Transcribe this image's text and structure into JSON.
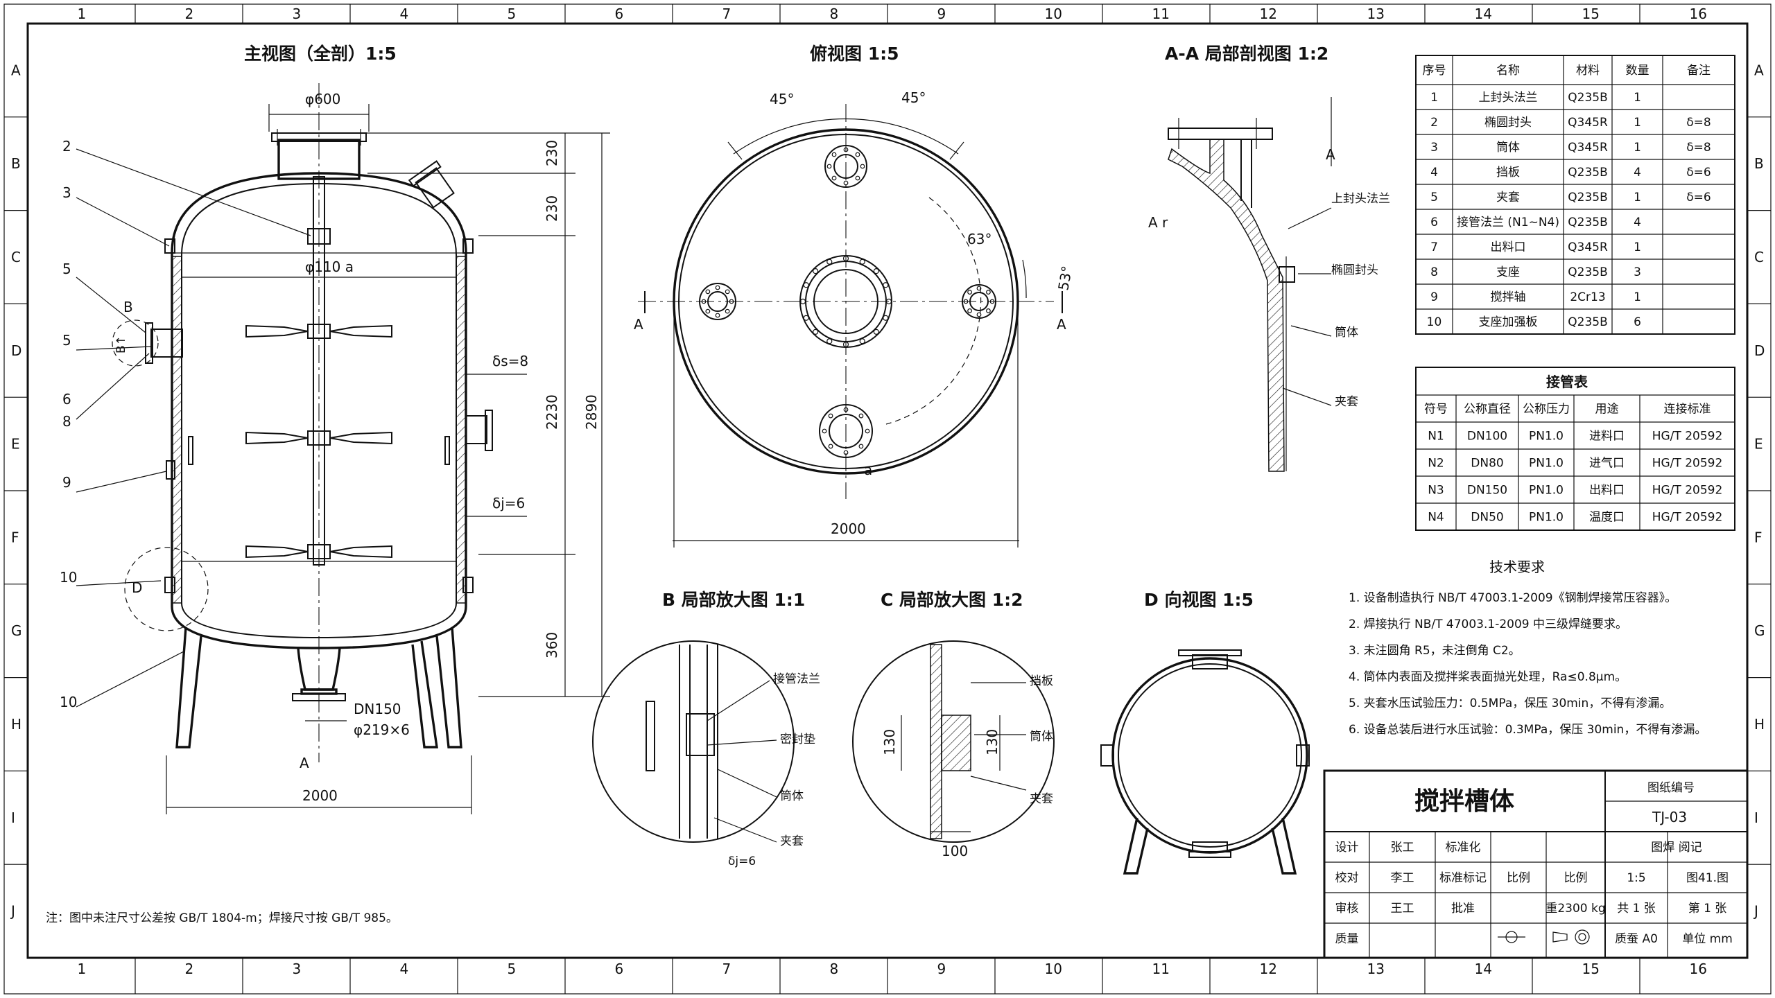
{
  "grid": {
    "columns": [
      "1",
      "2",
      "3",
      "4",
      "5",
      "6",
      "7",
      "8",
      "9",
      "10",
      "11",
      "12",
      "13",
      "14",
      "15",
      "16"
    ],
    "rows": [
      "A",
      "B",
      "C",
      "D",
      "E",
      "F",
      "G",
      "H",
      "I",
      "J"
    ]
  },
  "views": {
    "front": {
      "title": "主视图（全剖）1:5",
      "dims": {
        "nozzle_top": "φ600",
        "shaft": "φ110 a",
        "d230a": "230",
        "d230b": "230",
        "d2230": "2230",
        "d2890": "2890",
        "d360": "360",
        "ds": "δs=8",
        "dj": "δj=6",
        "dn150": "DN150",
        "pipe": "φ219×6",
        "width": "2000",
        "section_a": "A"
      },
      "balloons": [
        "2",
        "3",
        "5",
        "5",
        "6",
        "8",
        "9",
        "10",
        "10"
      ],
      "detail_marks": [
        "B",
        "D"
      ],
      "weld_note": "B↑"
    },
    "top": {
      "title": "俯视图 1:5",
      "angles": [
        "45°",
        "45°",
        "63°",
        "53°"
      ],
      "width": "2000",
      "section_left": "A",
      "section_right": "A",
      "mark_a": "a"
    },
    "section": {
      "title": "A-A 局部剖视图 1:2",
      "label_a_top": "A",
      "label_a_side": "A r",
      "labels": [
        "上封头法兰",
        "椭圆封头",
        "筒体",
        "夹套"
      ]
    },
    "detail_b": {
      "title": "B 局部放大图 1:1",
      "labels": [
        "接管法兰",
        "密封垫",
        "筒体",
        "夹套"
      ],
      "thickness": "δj=6"
    },
    "detail_c": {
      "title": "C 局部放大图 1:2",
      "labels": [
        "挡板",
        "筒体",
        "夹套"
      ],
      "dim_a": "130",
      "dim_b": "130",
      "dim_c": "100"
    },
    "view_d": {
      "title": "D 向视图 1:5"
    }
  },
  "parts_table": {
    "headers": [
      "序号",
      "名称",
      "材料",
      "数量",
      "备注"
    ],
    "rows": [
      [
        "1",
        "上封头法兰",
        "Q235B",
        "1",
        ""
      ],
      [
        "2",
        "椭圆封头",
        "Q345R",
        "1",
        "δ=8"
      ],
      [
        "3",
        "筒体",
        "Q345R",
        "1",
        "δ=8"
      ],
      [
        "4",
        "挡板",
        "Q235B",
        "4",
        "δ=6"
      ],
      [
        "5",
        "夹套",
        "Q235B",
        "1",
        "δ=6"
      ],
      [
        "6",
        "接管法兰 (N1~N4)",
        "Q235B",
        "4",
        ""
      ],
      [
        "7",
        "出料口",
        "Q345R",
        "1",
        ""
      ],
      [
        "8",
        "支座",
        "Q235B",
        "3",
        ""
      ],
      [
        "9",
        "搅拌轴",
        "2Cr13",
        "1",
        ""
      ],
      [
        "10",
        "支座加强板",
        "Q235B",
        "6",
        ""
      ]
    ]
  },
  "nozzle_table": {
    "title": "接管表",
    "headers": [
      "符号",
      "公称直径",
      "公称压力",
      "用途",
      "连接标准"
    ],
    "rows": [
      [
        "N1",
        "DN100",
        "PN1.0",
        "进料口",
        "HG/T 20592"
      ],
      [
        "N2",
        "DN80",
        "PN1.0",
        "进气口",
        "HG/T 20592"
      ],
      [
        "N3",
        "DN150",
        "PN1.0",
        "出料口",
        "HG/T 20592"
      ],
      [
        "N4",
        "DN50",
        "PN1.0",
        "温度口",
        "HG/T 20592"
      ]
    ]
  },
  "tech": {
    "title": "技术要求",
    "items": [
      "1. 设备制造执行 NB/T 47003.1-2009《钢制焊接常压容器》。",
      "2. 焊接执行 NB/T 47003.1-2009 中三级焊缝要求。",
      "3. 未注圆角 R5，未注倒角 C2。",
      "4. 筒体内表面及搅拌桨表面抛光处理，Ra≤0.8μm。",
      "5. 夹套水压试验压力：0.5MPa，保压 30min，不得有渗漏。",
      "6. 设备总装后进行水压试验：0.3MPa，保压 30min，不得有渗漏。"
    ]
  },
  "title_block": {
    "drawing_title": "搅拌槽体",
    "number_label": "图纸编号",
    "number": "TJ-03",
    "r1": [
      "设计",
      "张工",
      "标准化",
      "",
      "图焊 阅记"
    ],
    "r2": [
      "校对",
      "李工",
      "标准标记",
      "比例",
      "比例",
      "1:5",
      "图41.图"
    ],
    "r3": [
      "审核",
      "王工",
      "批准",
      "",
      "重2300 kg",
      "共 1 张",
      "第 1 张"
    ],
    "r4": [
      "质量",
      "",
      "",
      "",
      "",
      "质蚕 A0",
      "单位 mm"
    ]
  },
  "note": "注：图中未注尺寸公差按 GB/T 1804-m；焊接尺寸按 GB/T 985。"
}
